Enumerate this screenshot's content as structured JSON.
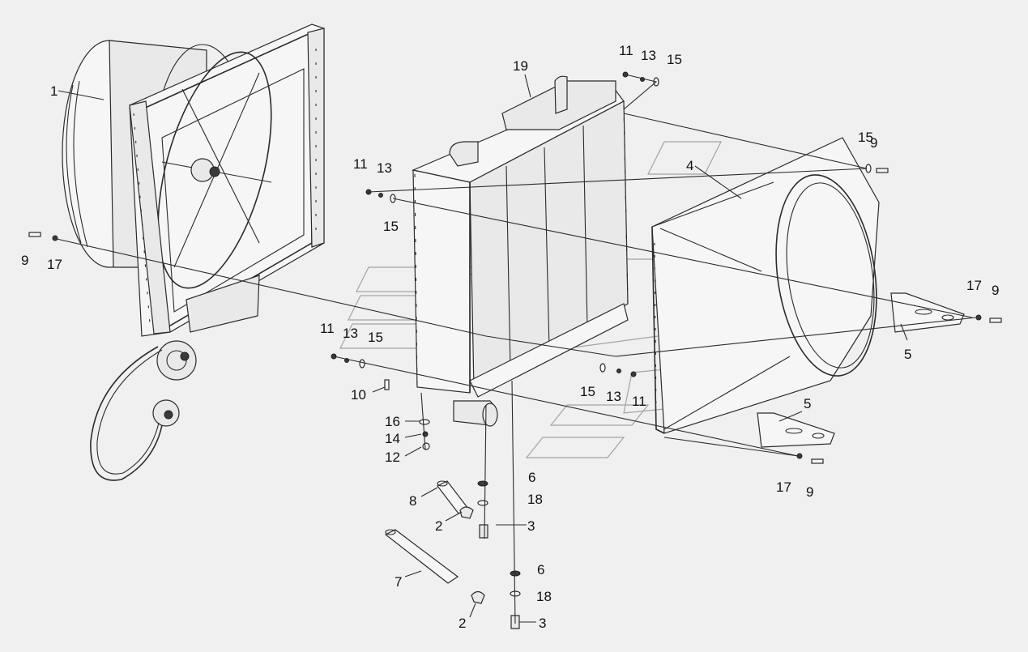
{
  "diagram": {
    "callouts": [
      {
        "id": "c1",
        "text": "1"
      },
      {
        "id": "c19",
        "text": "19"
      },
      {
        "id": "c4",
        "text": "4"
      },
      {
        "id": "c11a",
        "text": "11"
      },
      {
        "id": "c13a",
        "text": "13"
      },
      {
        "id": "c15a",
        "text": "15"
      },
      {
        "id": "c15b",
        "text": "15"
      },
      {
        "id": "c9a",
        "text": "9"
      },
      {
        "id": "c11b",
        "text": "11"
      },
      {
        "id": "c13b",
        "text": "13"
      },
      {
        "id": "c15c",
        "text": "15"
      },
      {
        "id": "c9b",
        "text": "9"
      },
      {
        "id": "c17a",
        "text": "17"
      },
      {
        "id": "c17b",
        "text": "17"
      },
      {
        "id": "c9c",
        "text": "9"
      },
      {
        "id": "c5a",
        "text": "5"
      },
      {
        "id": "c11c",
        "text": "11"
      },
      {
        "id": "c13c",
        "text": "13"
      },
      {
        "id": "c15d",
        "text": "15"
      },
      {
        "id": "c10",
        "text": "10"
      },
      {
        "id": "c15e",
        "text": "15"
      },
      {
        "id": "c13d",
        "text": "13"
      },
      {
        "id": "c11d",
        "text": "11"
      },
      {
        "id": "c16",
        "text": "16"
      },
      {
        "id": "c14",
        "text": "14"
      },
      {
        "id": "c12",
        "text": "12"
      },
      {
        "id": "c5b",
        "text": "5"
      },
      {
        "id": "c17c",
        "text": "17"
      },
      {
        "id": "c9d",
        "text": "9"
      },
      {
        "id": "c6a",
        "text": "6"
      },
      {
        "id": "c8",
        "text": "8"
      },
      {
        "id": "c18a",
        "text": "18"
      },
      {
        "id": "c2a",
        "text": "2"
      },
      {
        "id": "c3a",
        "text": "3"
      },
      {
        "id": "c7",
        "text": "7"
      },
      {
        "id": "c6b",
        "text": "6"
      },
      {
        "id": "c18b",
        "text": "18"
      },
      {
        "id": "c2b",
        "text": "2"
      },
      {
        "id": "c3b",
        "text": "3"
      }
    ]
  }
}
